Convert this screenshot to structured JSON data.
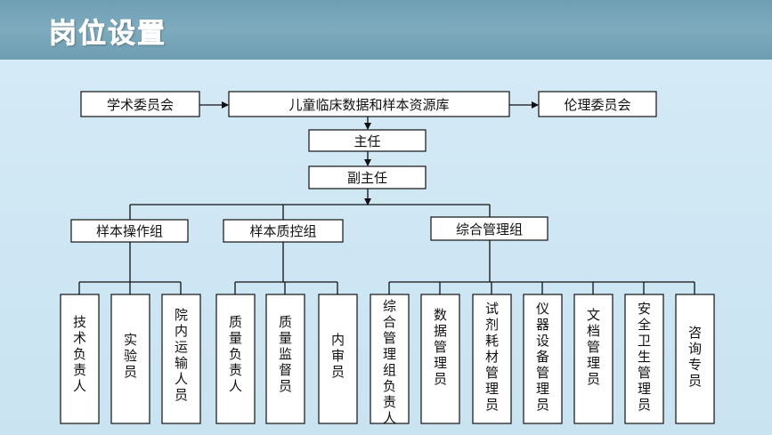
{
  "title": "岗位设置",
  "top": {
    "academic": "学术委员会",
    "center": "儿童临床数据和样本资源库",
    "ethics": "伦理委员会"
  },
  "director": "主任",
  "deputy": "副主任",
  "groups": {
    "operation": {
      "label": "样本操作组",
      "members": [
        "技术负责人",
        "实验员",
        "院内运输人员"
      ]
    },
    "quality": {
      "label": "样本质控组",
      "members": [
        "质量负责人",
        "质量监督员",
        "内审员"
      ]
    },
    "management": {
      "label": "综合管理组",
      "members": [
        "综合管理组负责人",
        "数据管理员",
        "试剂耗材管理员",
        "仪器设备管理员",
        "文档管理员",
        "安全卫生管理员",
        "咨询专员"
      ]
    }
  }
}
